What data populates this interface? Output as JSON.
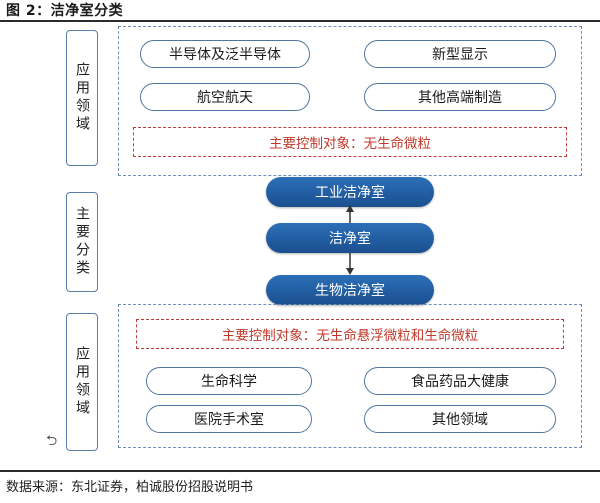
{
  "figure": {
    "title": "图 2：洁净室分类",
    "source": "数据来源：东北证券，柏诚股份招股说明书"
  },
  "side_labels": {
    "top": "应用领域",
    "middle": "主要分类",
    "bottom": "应用领域"
  },
  "top_domains": {
    "items": [
      "半导体及泛半导体",
      "新型显示",
      "航空航天",
      "其他高端制造"
    ],
    "control_target": "主要控制对象：无生命微粒"
  },
  "classification": {
    "industrial": "工业洁净室",
    "clean_room": "洁净室",
    "biological": "生物洁净室"
  },
  "bottom_domains": {
    "control_target": "主要控制对象：无生命悬浮微粒和生命微粒",
    "items": [
      "生命科学",
      "食品药品大健康",
      "医院手术室",
      "其他领域"
    ]
  },
  "colors": {
    "capsule_blue": "#1f5fa5",
    "pill_border": "#4f76a3",
    "dashed_border": "#6f8fb5",
    "control_red": "#c0392b"
  },
  "icons": {
    "return_mark": "return-arrow-icon"
  }
}
